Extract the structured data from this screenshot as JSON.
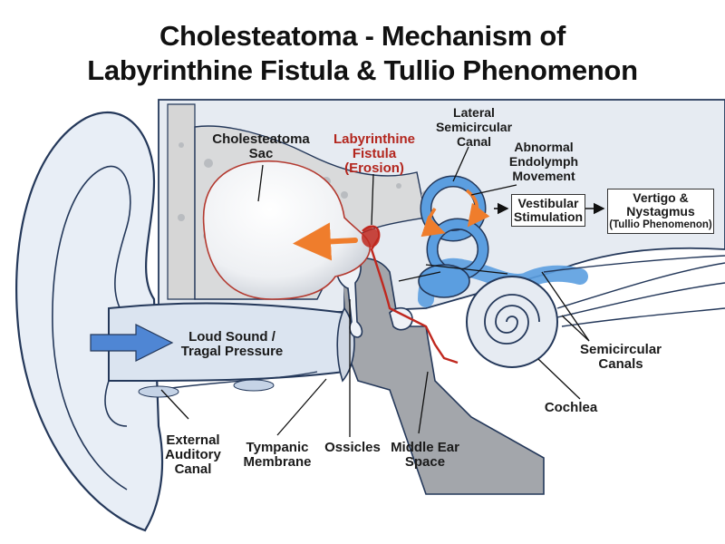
{
  "title": {
    "line1": "Cholesteatoma - Mechanism of",
    "line2": "Labyrinthine Fistula & Tullio Phenomenon"
  },
  "labels": {
    "cholesteatoma_sac": [
      "Cholesteatoma",
      "Sac"
    ],
    "fistula": [
      "Labyrinthine",
      "Fistula",
      "(Erosion)"
    ],
    "lateral_canal": [
      "Lateral",
      "Semicircular",
      "Canal"
    ],
    "endolymph": [
      "Abnormal",
      "Endolymph",
      "Movement"
    ],
    "loud_sound": [
      "Loud Sound /",
      "Tragal Pressure"
    ],
    "semicircular_canals": [
      "Semicircular",
      "Canals"
    ],
    "cochlea": "Cochlea",
    "external_canal": [
      "External",
      "Auditory",
      "Canal"
    ],
    "tympanic": [
      "Tympanic",
      "Membrane"
    ],
    "ossicles": "Ossicles",
    "middle_ear": [
      "Middle Ear",
      "Space"
    ]
  },
  "boxes": {
    "vestibular": [
      "Vestibular",
      "Stimulation"
    ],
    "vertigo": [
      "Vertigo &",
      "Nystagmus",
      "(Tullio Phenomenon)"
    ]
  },
  "colors": {
    "skin": "#e8eef6",
    "outline": "#24385a",
    "bone": "#d6d6d6",
    "gray_space": "#a3a6ab",
    "labyrinth": "#5b9ee0",
    "fistula_red": "#c0281f",
    "arrow_orange": "#ef7d2c",
    "sound_arrow": "#4f86d4"
  }
}
